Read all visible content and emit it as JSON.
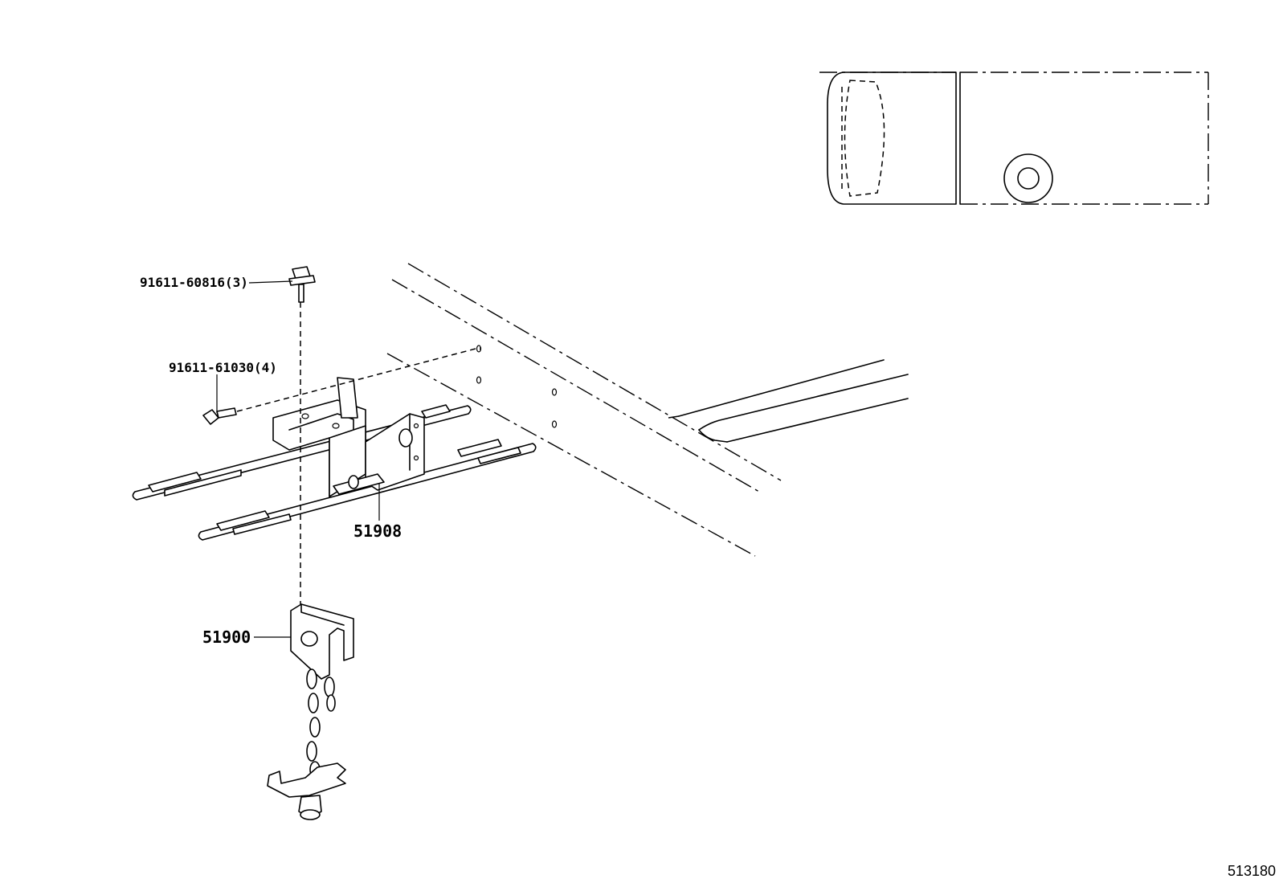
{
  "parts": {
    "bolt_upper": "91611-60816(3)",
    "bolt_lower": "91611-61030(4)",
    "bracket": "51908",
    "carrier": "51900"
  },
  "reference_id": "513180"
}
